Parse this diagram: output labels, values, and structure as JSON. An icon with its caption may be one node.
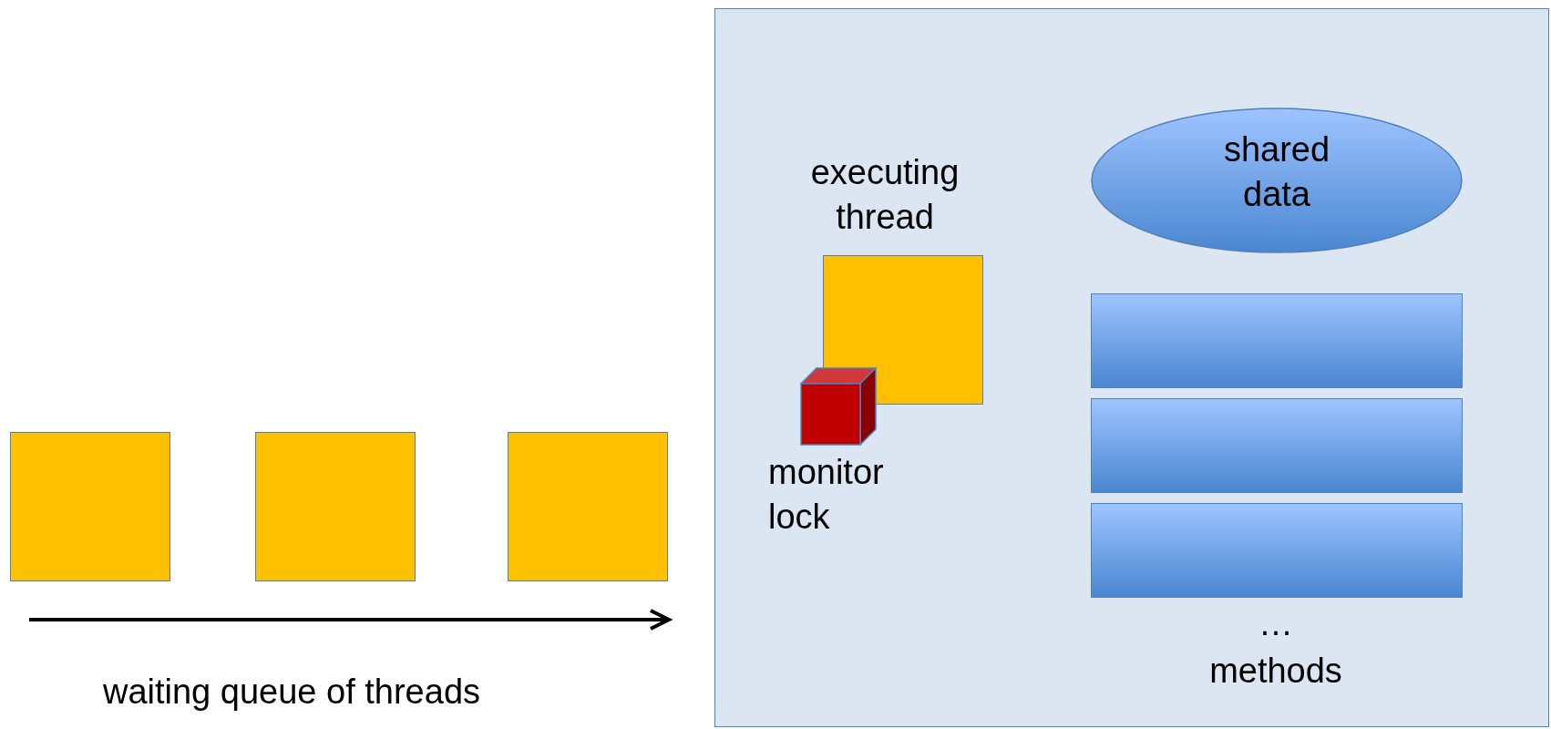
{
  "diagram": {
    "nodes": [
      {
        "text": [],
        "shape": "box"
      },
      {
        "text": [
          "executing thread"
        ],
        "in": 0
      },
      {
        "text": [
          "monitor lock"
        ],
        "in": 0
      },
      {
        "text": [
          "shared data"
        ],
        "in": 0
      },
      {
        "text": [],
        "shape": "bar",
        "in": 0
      },
      {
        "text": [],
        "shape": "bar",
        "in": 0
      },
      {
        "text": [],
        "shape": "bar",
        "in": 0
      },
      {
        "text": [],
        "shape": "box"
      },
      {
        "text": [],
        "shape": "box"
      },
      {
        "text": [],
        "shape": "box"
      }
    ],
    "edges": [],
    "labels": [
      "…",
      "methods",
      "waiting queue of threads"
    ]
  }
}
